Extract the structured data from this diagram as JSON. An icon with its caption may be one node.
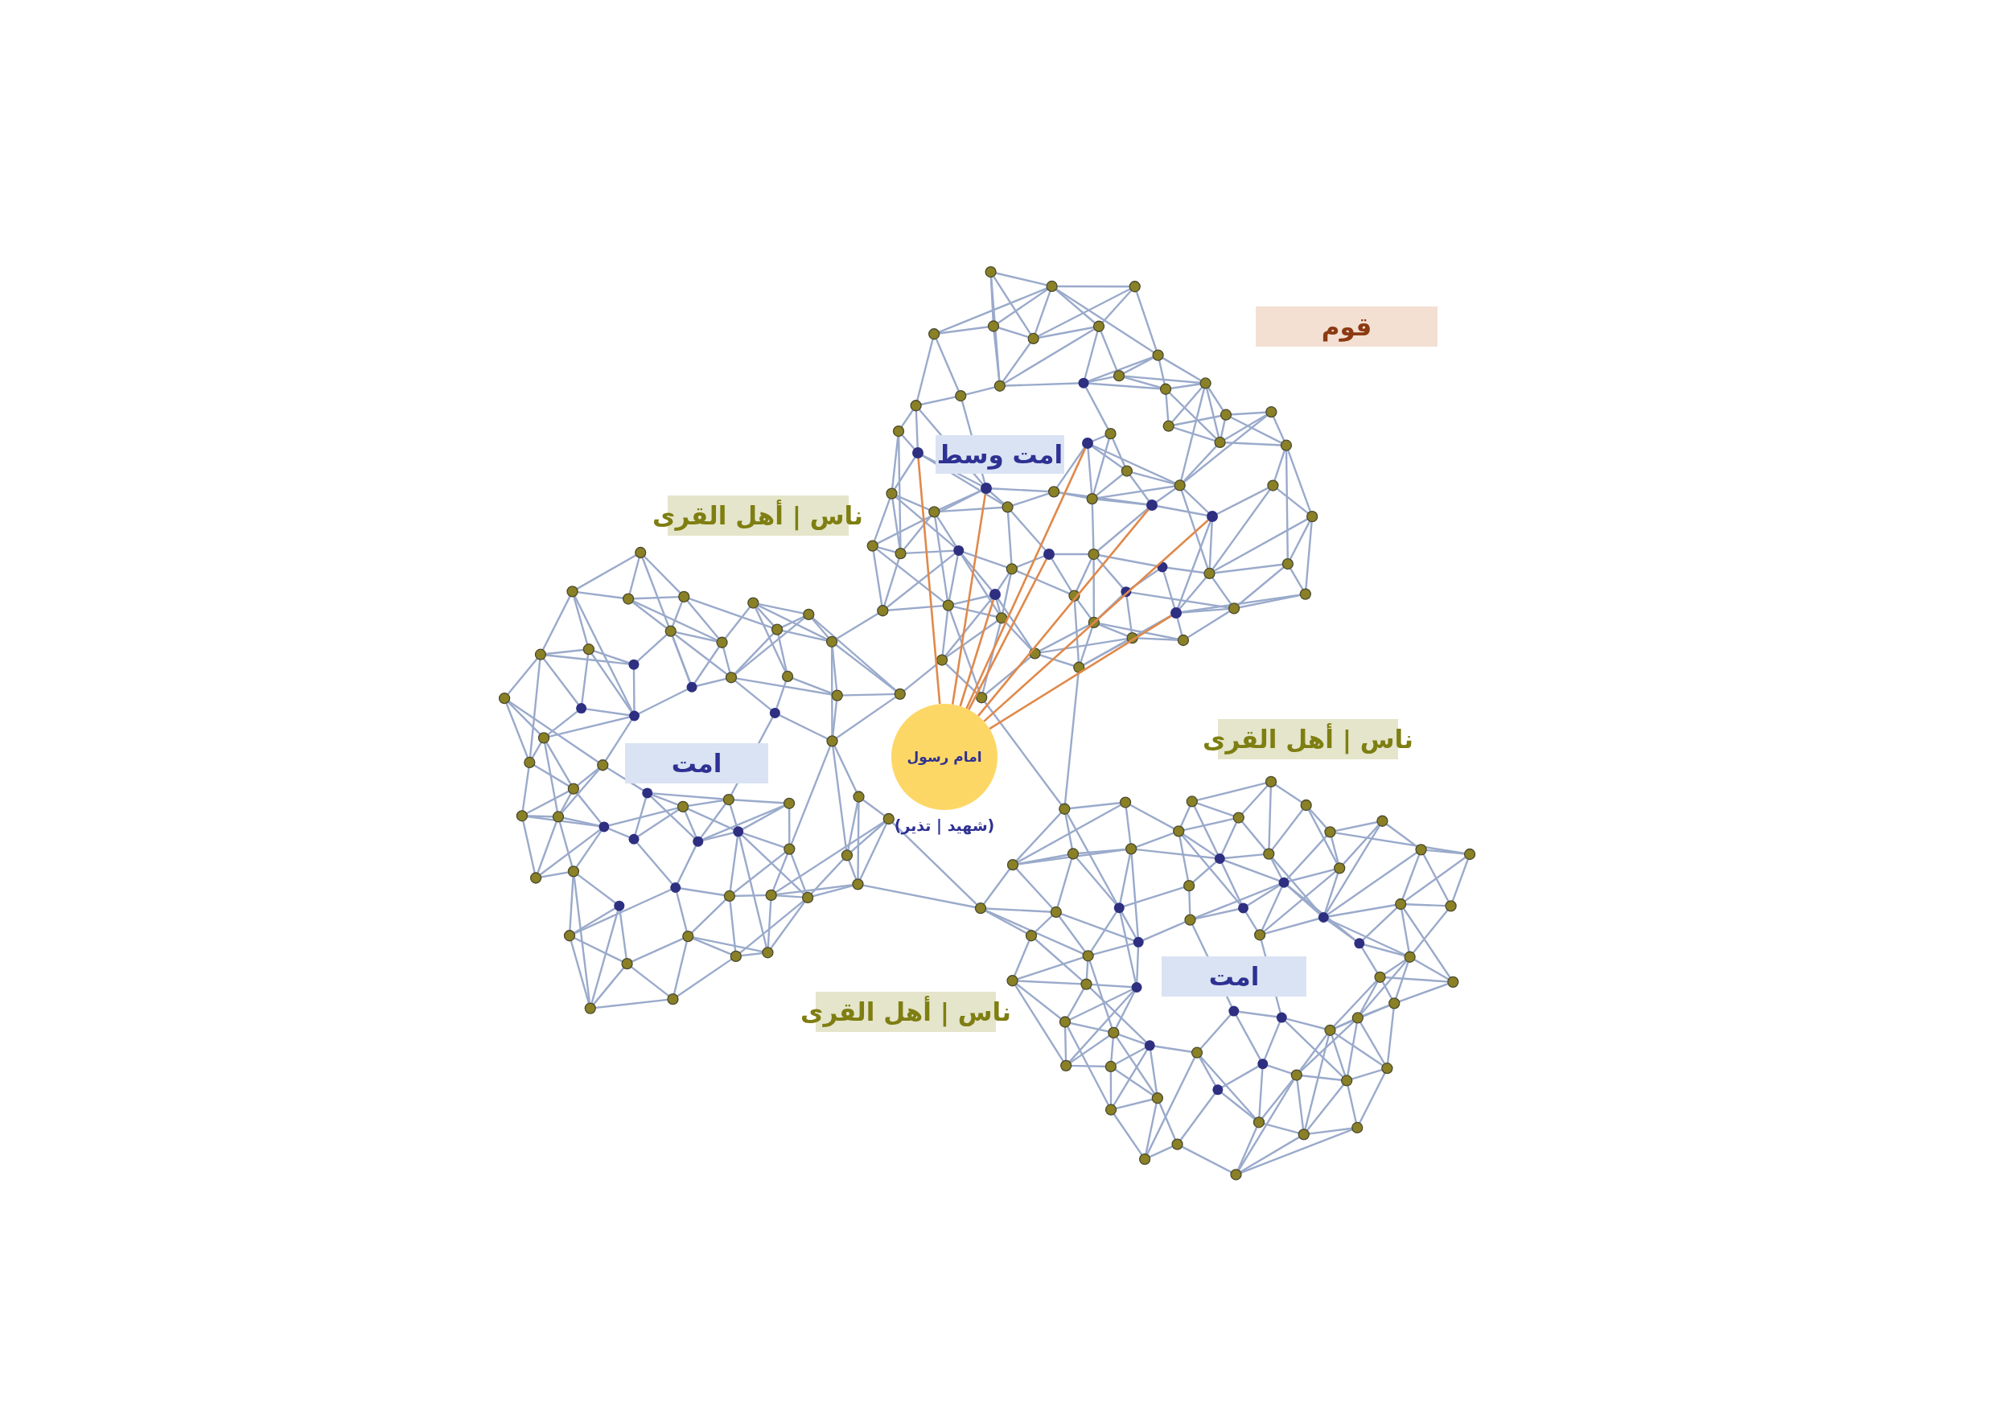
{
  "diagram": {
    "nodes": [
      {
        "text": [
          "قوم"
        ]
      },
      {
        "text": [
          "امت وسط"
        ]
      },
      {
        "text": [
          "ناس | أهل القری"
        ]
      },
      {
        "text": [
          "ناس | أهل القری"
        ]
      },
      {
        "text": [
          "امت"
        ]
      },
      {
        "text": [
          "امام رسول"
        ],
        "beside": [
          "(شهید | تذیر)"
        ]
      },
      {
        "text": [
          "امت"
        ]
      },
      {
        "text": [
          "ناس | أهل القری"
        ]
      },
      {
        "text": [],
        "shape": "circle"
      },
      {
        "text": [],
        "shape": "circle"
      },
      {
        "text": [],
        "shape": "circle"
      },
      {
        "text": [],
        "shape": "circle"
      },
      {
        "text": [],
        "shape": "circle"
      },
      {
        "text": [],
        "shape": "circle"
      },
      {
        "text": [],
        "shape": "circle"
      },
      {
        "text": [],
        "shape": "circle"
      }
    ],
    "edges": [
      {
        "from": 5,
        "to": 8,
        "arrow": "none",
        "color": "#e0894a"
      },
      {
        "from": 5,
        "to": 9,
        "arrow": "none",
        "color": "#e0894a"
      },
      {
        "from": 5,
        "to": 10,
        "arrow": "none",
        "color": "#e0894a"
      },
      {
        "from": 5,
        "to": 11,
        "arrow": "none",
        "color": "#e0894a"
      },
      {
        "from": 5,
        "to": 12,
        "arrow": "none",
        "color": "#e0894a"
      },
      {
        "from": 5,
        "to": 13,
        "arrow": "none",
        "color": "#e0894a"
      },
      {
        "from": 5,
        "to": 14,
        "arrow": "none",
        "color": "#e0894a"
      },
      {
        "from": 5,
        "to": 15,
        "arrow": "none",
        "color": "#e0894a"
      }
    ]
  }
}
